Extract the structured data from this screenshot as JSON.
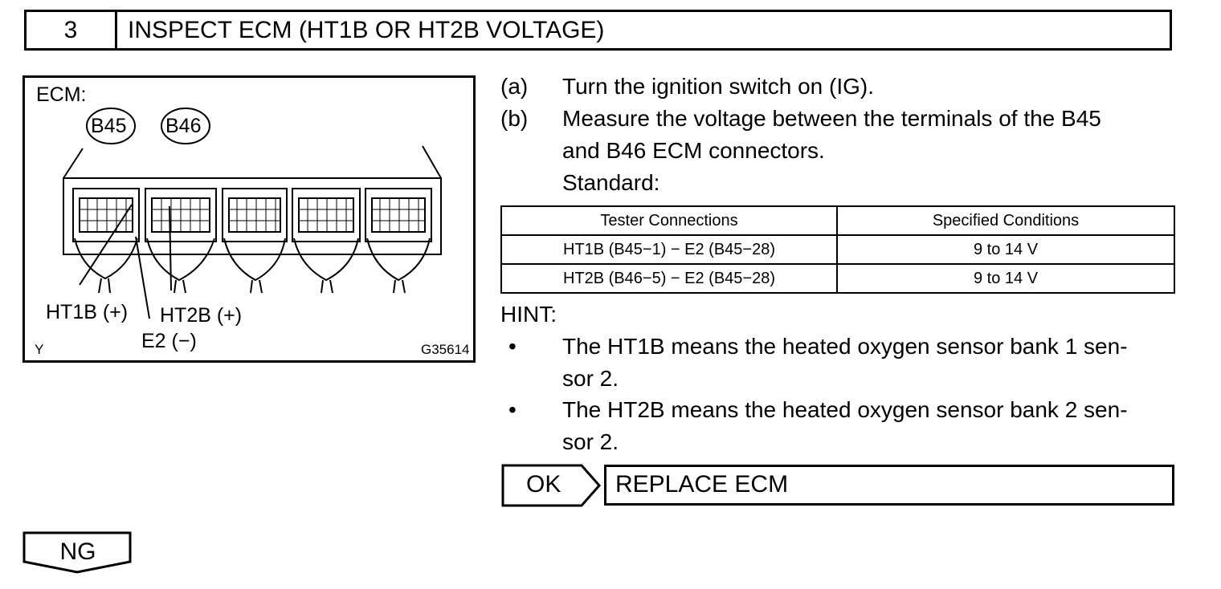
{
  "header": {
    "step": "3",
    "title": "INSPECT ECM (HT1B OR HT2B VOLTAGE)"
  },
  "figure": {
    "ecm_label": "ECM:",
    "connector_b45": "B45",
    "connector_b46": "B46",
    "ht1b_label": "HT1B (+)",
    "ht2b_label": "HT2B (+)",
    "e2_label": "E2 (−)",
    "corner_code": "Y",
    "figure_id": "G35614"
  },
  "steps": [
    {
      "label": "(a)",
      "text": "Turn the ignition switch on (IG)."
    },
    {
      "label": "(b)",
      "text_line1": "Measure  the  voltage  between  the  terminals  of  the  B45",
      "text_line2": "and B46 ECM connectors."
    }
  ],
  "standard_label": "Standard:",
  "table": {
    "headers": [
      "Tester Connections",
      "Specified Conditions"
    ],
    "rows": [
      [
        "HT1B (B45−1) − E2 (B45−28)",
        "9 to 14 V"
      ],
      [
        "HT2B (B46−5) − E2 (B45−28)",
        "9 to 14 V"
      ]
    ]
  },
  "hint": {
    "title": "HINT:",
    "bullet": "•",
    "items": [
      {
        "line1": "The HT1B means the heated oxygen sensor bank 1 sen-",
        "line2": "sor 2."
      },
      {
        "line1": "The HT2B means the heated oxygen sensor bank 2 sen-",
        "line2": "sor 2."
      }
    ]
  },
  "ok": {
    "label": "OK",
    "action": "REPLACE ECM"
  },
  "ng": {
    "label": "NG"
  }
}
